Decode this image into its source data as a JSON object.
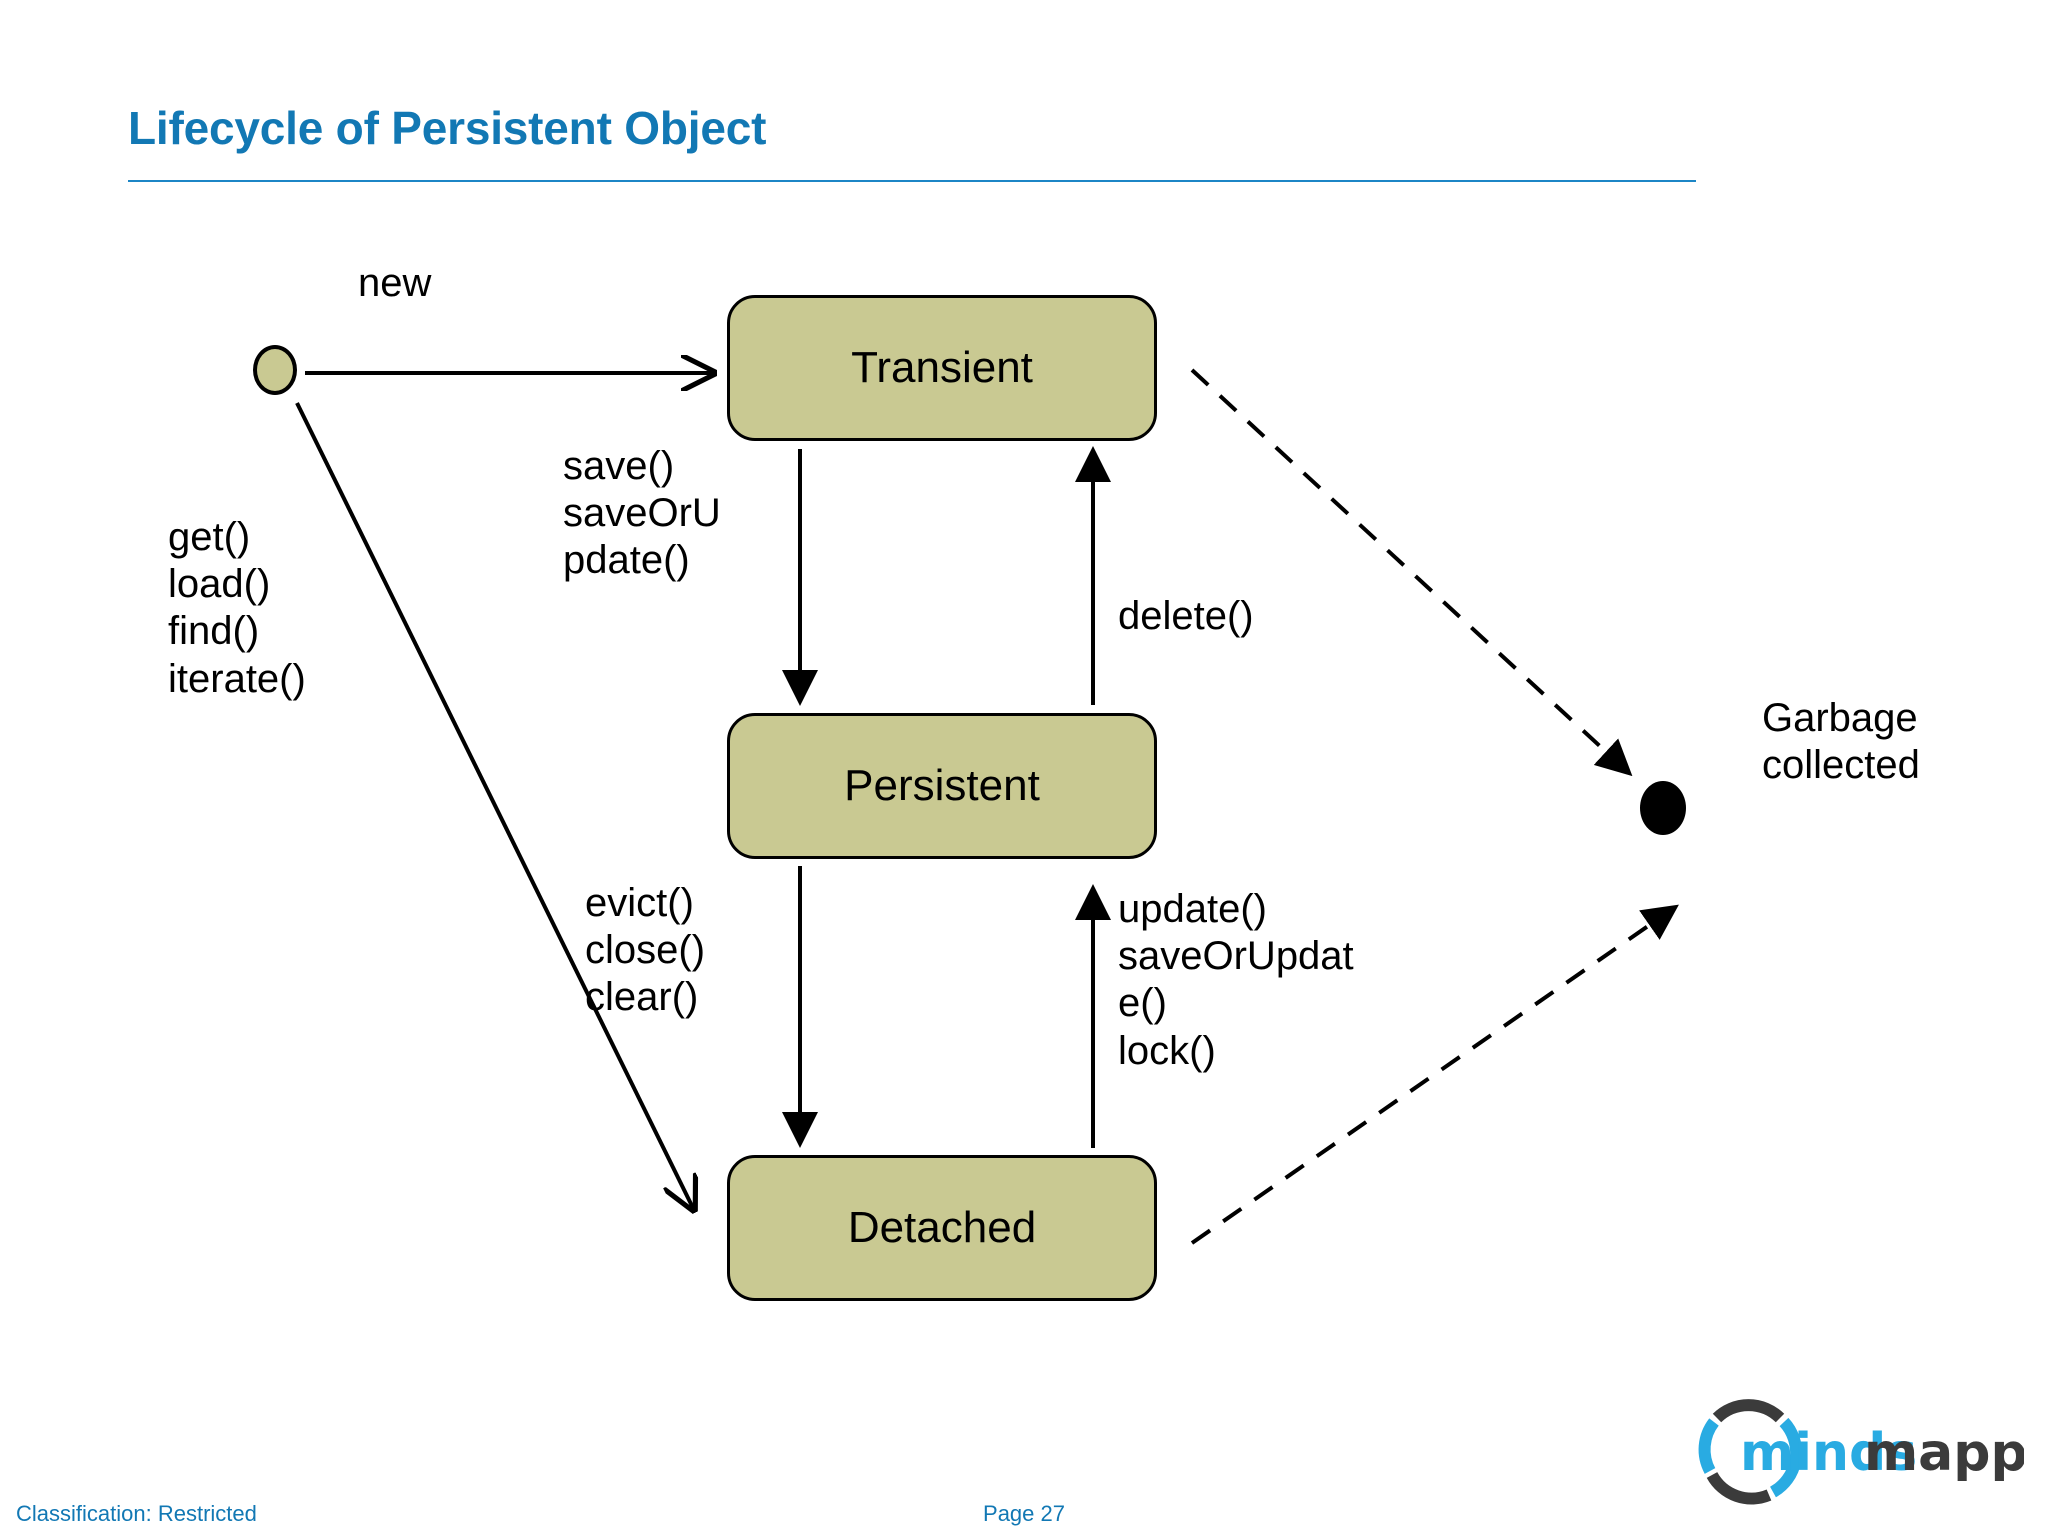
{
  "slide": {
    "title": "Lifecycle of Persistent Object",
    "accent_color": "#1278b4",
    "rule_color": "#1c86c6",
    "background": "#ffffff"
  },
  "diagram": {
    "type": "state-machine",
    "node_fill": "#c9c992",
    "node_stroke": "#000000",
    "states": [
      {
        "id": "transient",
        "label": "Transient"
      },
      {
        "id": "persistent",
        "label": "Persistent"
      },
      {
        "id": "detached",
        "label": "Detached"
      }
    ],
    "pseudo_states": [
      {
        "id": "start",
        "kind": "initial-node",
        "label": ""
      },
      {
        "id": "end",
        "kind": "final-node",
        "label": ""
      }
    ],
    "labels": {
      "new": "new",
      "loaders": "get()\nload()\nfind()\niterate()",
      "save": "save()\nsaveOrU\npdate()",
      "delete": "delete()",
      "evict": "evict()\nclose()\nclear()",
      "update": "update()\nsaveOrUpdat\ne()\nlock()",
      "garbage": "Garbage\ncollected"
    },
    "transitions": [
      {
        "from": "start",
        "to": "transient",
        "label": "new",
        "style": "solid"
      },
      {
        "from": "start",
        "to": "detached",
        "label": "get()\nload()\nfind()\niterate()",
        "style": "solid"
      },
      {
        "from": "transient",
        "to": "persistent",
        "label": "save()\nsaveOrU\npdate()",
        "style": "solid"
      },
      {
        "from": "persistent",
        "to": "transient",
        "label": "delete()",
        "style": "solid"
      },
      {
        "from": "persistent",
        "to": "detached",
        "label": "evict()\nclose()\nclear()",
        "style": "solid"
      },
      {
        "from": "detached",
        "to": "persistent",
        "label": "update()\nsaveOrUpdat\ne()\nlock()",
        "style": "solid"
      },
      {
        "from": "transient",
        "to": "end",
        "label": "",
        "style": "dashed"
      },
      {
        "from": "detached",
        "to": "end",
        "label": "",
        "style": "dashed"
      }
    ]
  },
  "logo": {
    "name": "mindsmapped",
    "text_part_1": "minds",
    "text_part_2": "mapped",
    "blue": "#29abe2",
    "dark": "#3b3b3b"
  },
  "footer": {
    "classification": "Classification: Restricted",
    "page": "Page 27"
  }
}
